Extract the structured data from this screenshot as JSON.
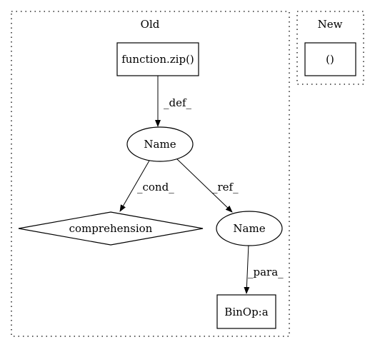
{
  "clusters": {
    "old": {
      "label": "Old"
    },
    "new": {
      "label": "New"
    }
  },
  "nodes": {
    "zip": {
      "label": "function.zip()",
      "shape": "rectangle"
    },
    "name1": {
      "label": "Name",
      "shape": "ellipse"
    },
    "comprehension": {
      "label": "comprehension",
      "shape": "diamond"
    },
    "name2": {
      "label": "Name",
      "shape": "ellipse"
    },
    "binop": {
      "label": "BinOp:a",
      "shape": "rectangle"
    },
    "paren": {
      "label": "()",
      "shape": "rectangle"
    }
  },
  "edges": {
    "def": {
      "from": "zip",
      "to": "name1",
      "label": "_def_"
    },
    "cond": {
      "from": "name1",
      "to": "comprehension",
      "label": "_cond_"
    },
    "ref": {
      "from": "name1",
      "to": "name2",
      "label": "_ref_"
    },
    "para": {
      "from": "name2",
      "to": "binop",
      "label": "_para_"
    }
  }
}
